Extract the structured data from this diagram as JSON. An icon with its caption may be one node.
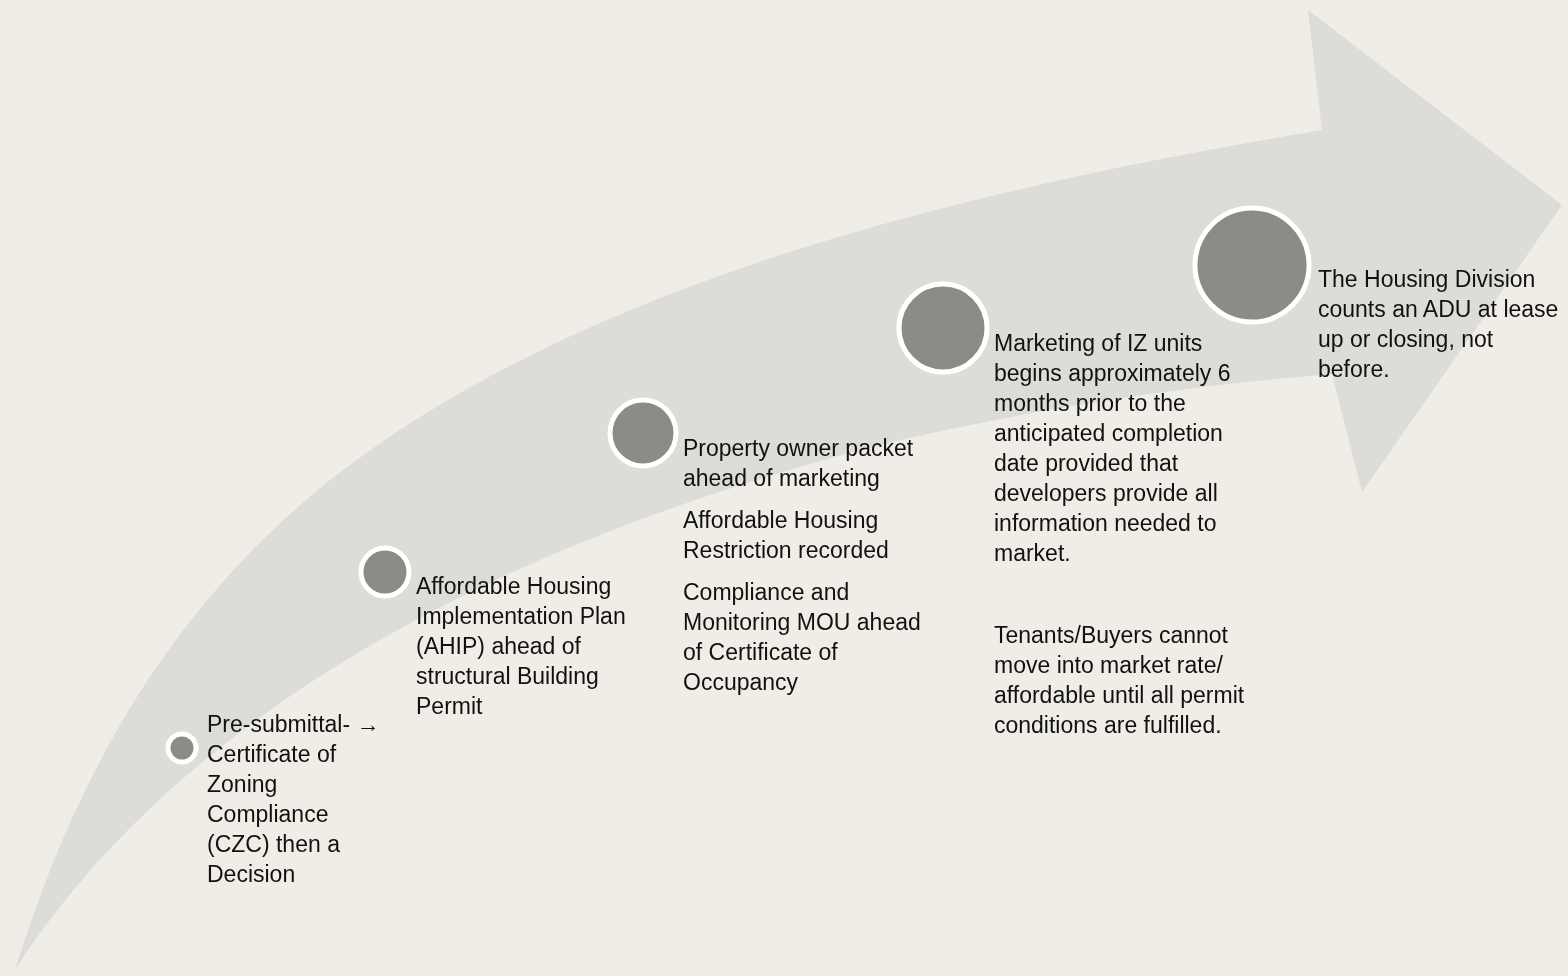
{
  "diagram": {
    "nodes": [
      {
        "text": [],
        "shape": "circle",
        "beside": [
          "Pre-submittal- → Certificate of Zoning Compliance (CZC) then a Decision"
        ]
      },
      {
        "text": [],
        "shape": "circle",
        "beside": [
          "Affordable Housing Implementation Plan (AHIP) ahead of structural Building Permit"
        ]
      },
      {
        "text": [],
        "shape": "circle",
        "beside": [
          "Property owner packet ahead of marketing",
          "Affordable Housing Restriction recorded",
          "Compliance and Monitoring MOU ahead of Certificate of Occupancy"
        ]
      },
      {
        "text": [],
        "shape": "circle",
        "beside": [
          "Marketing of IZ units begins approximately 6 months prior to the anticipated completion date provided that developers provide all information needed to market.",
          "Tenants/Buyers cannot move into market rate/ affordable until all permit conditions are fulfilled."
        ]
      },
      {
        "text": [],
        "shape": "circle",
        "beside": [
          "The Housing Division counts an ADU at lease up or closing, not before."
        ]
      }
    ]
  }
}
